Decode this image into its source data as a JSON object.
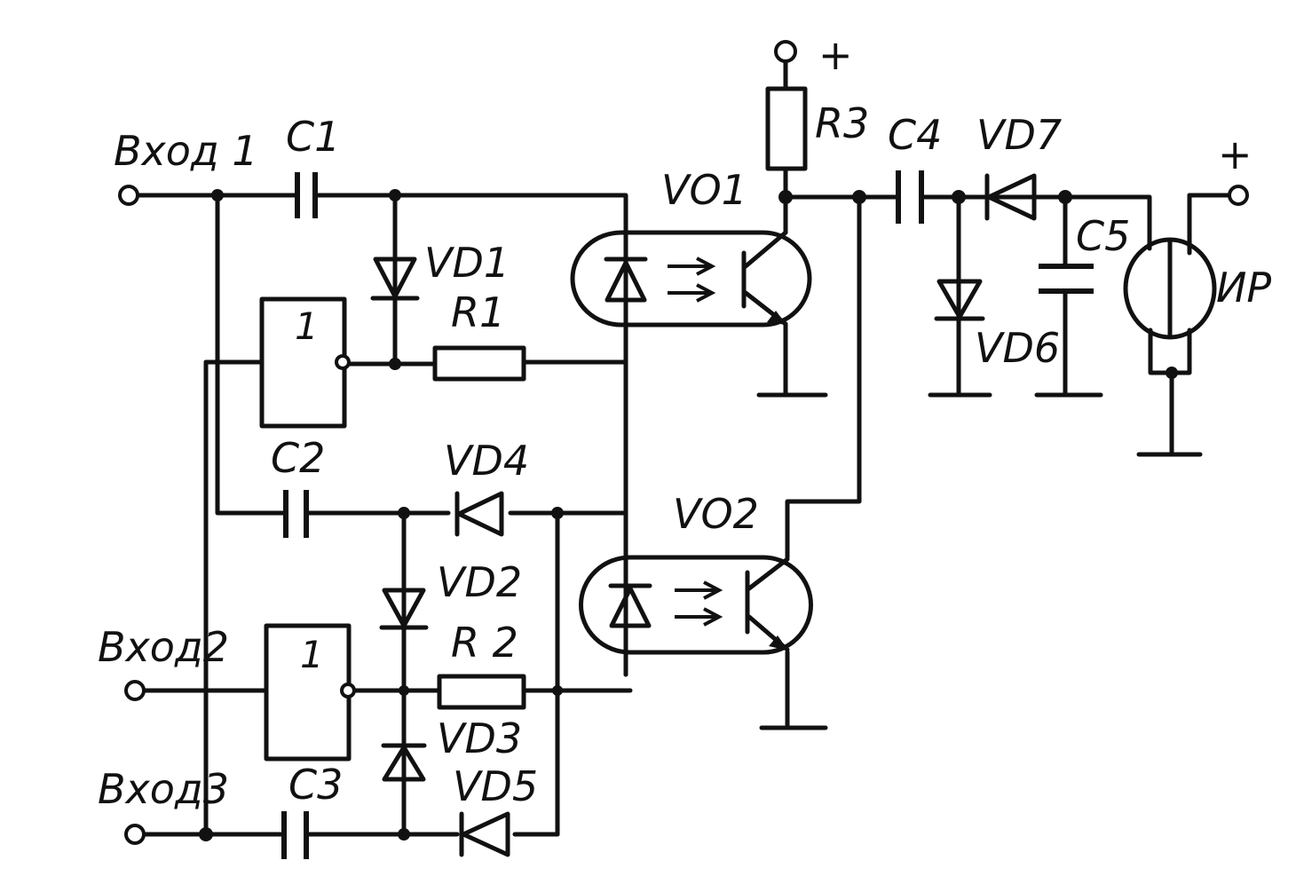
{
  "labels": {
    "input1": "Вход 1",
    "input2": "Вход2",
    "input3": "Вход3",
    "plus_top": "+",
    "plus_right": "+",
    "c1": "C1",
    "c2": "C2",
    "c3": "C3",
    "c4": "C4",
    "c5": "C5",
    "r1": "R1",
    "r2": "R 2",
    "r3": "R3",
    "vd1": "VD1",
    "vd2": "VD2",
    "vd3": "VD3",
    "vd4": "VD4",
    "vd5": "VD5",
    "vd6": "VD6",
    "vd7": "VD7",
    "vo1": "VO1",
    "vo2": "VO2",
    "ip": "ИР",
    "gate1": "1",
    "gate2": "1"
  }
}
